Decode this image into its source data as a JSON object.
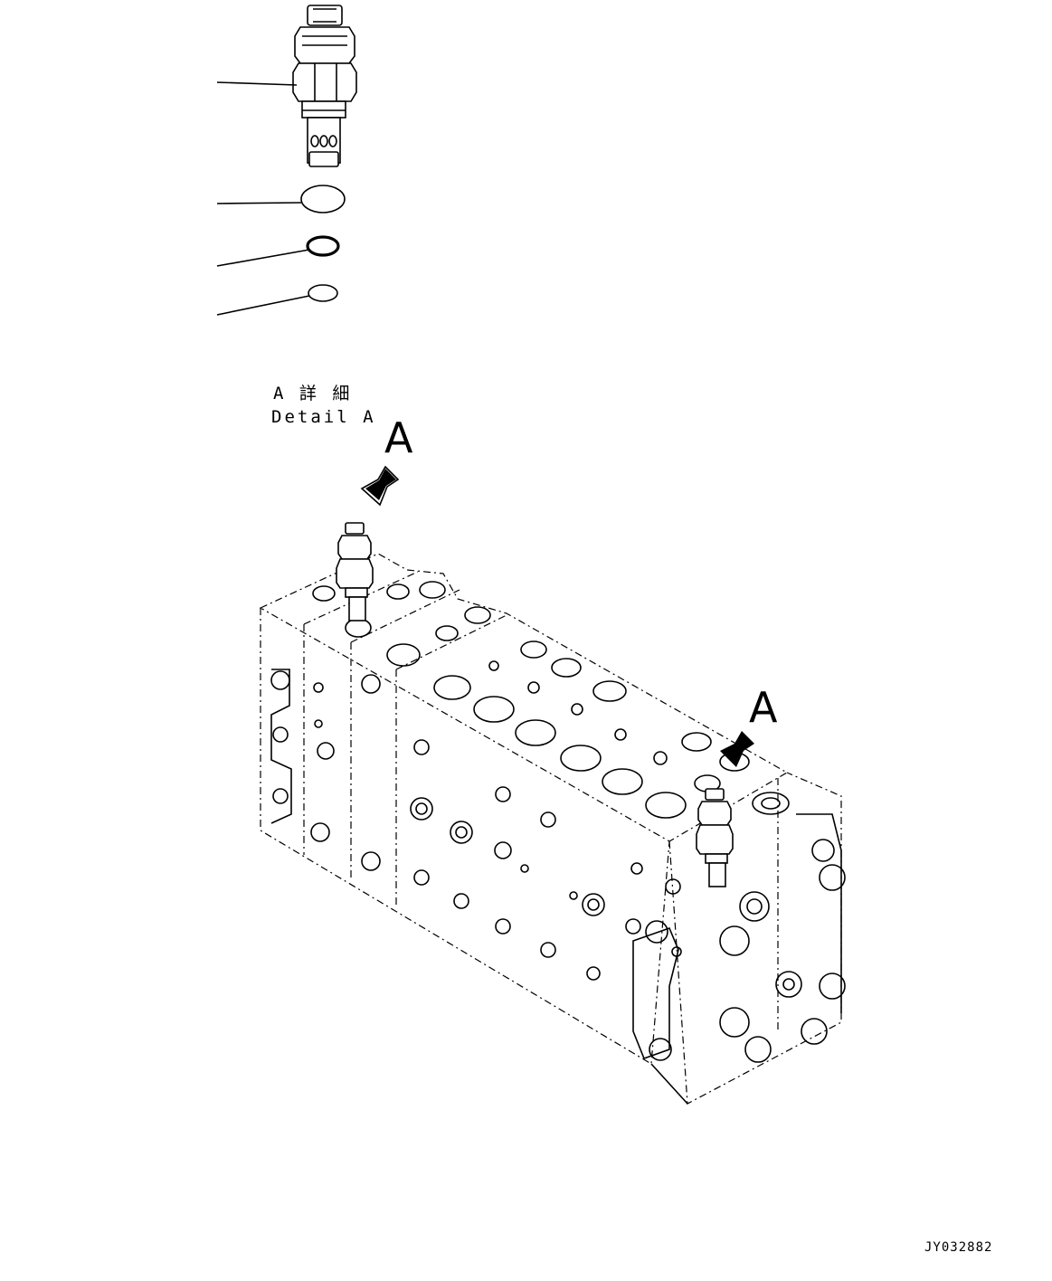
{
  "detail_label": {
    "jp": "A 詳 細",
    "en": "Detail A"
  },
  "view_markers": [
    "A",
    "A"
  ],
  "drawing_code": "JY032882"
}
